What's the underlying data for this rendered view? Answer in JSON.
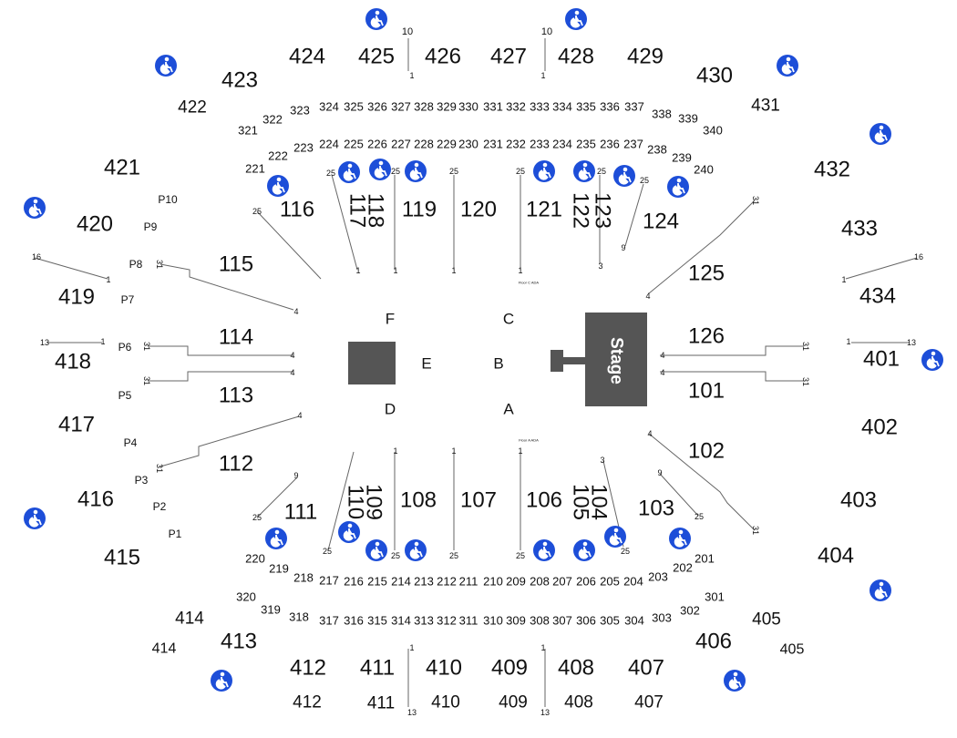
{
  "stage_label": "Stage",
  "floor_ada": {
    "C": "Floor C ADA",
    "A": "Floor A ADA"
  },
  "colors": {
    "ada": "#1d4ed8",
    "stage": "#555555",
    "aisle": "#666666"
  },
  "icons": {
    "accessible": "wheelchair-icon"
  },
  "floor_letters": [
    "F",
    "C",
    "E",
    "B",
    "D",
    "A"
  ],
  "sections_100": [
    "115",
    "114",
    "113",
    "112",
    "111",
    "110",
    "109",
    "108",
    "107",
    "106",
    "105",
    "104",
    "103",
    "102",
    "101",
    "126",
    "125",
    "124",
    "123",
    "122",
    "121",
    "120",
    "119",
    "118",
    "117",
    "116"
  ],
  "sections_200": [
    "201",
    "202",
    "203",
    "204",
    "205",
    "206",
    "207",
    "208",
    "209",
    "210",
    "211",
    "212",
    "213",
    "214",
    "215",
    "216",
    "217",
    "218",
    "219",
    "220",
    "221",
    "222",
    "223",
    "224",
    "225",
    "226",
    "227",
    "228",
    "229",
    "230",
    "231",
    "232",
    "233",
    "234",
    "235",
    "236",
    "237",
    "238",
    "239",
    "240"
  ],
  "sections_300": [
    "301",
    "302",
    "303",
    "304",
    "305",
    "306",
    "307",
    "308",
    "309",
    "310",
    "311",
    "312",
    "313",
    "314",
    "315",
    "316",
    "317",
    "318",
    "319",
    "320",
    "321",
    "322",
    "323",
    "324",
    "325",
    "326",
    "327",
    "328",
    "329",
    "330",
    "331",
    "332",
    "333",
    "334",
    "335",
    "336",
    "337",
    "338",
    "339",
    "340"
  ],
  "sections_400": [
    "401",
    "402",
    "403",
    "404",
    "405",
    "406",
    "407",
    "408",
    "409",
    "410",
    "411",
    "412",
    "413",
    "414",
    "415",
    "416",
    "417",
    "418",
    "419",
    "420",
    "421",
    "422",
    "423",
    "424",
    "425",
    "426",
    "427",
    "428",
    "429",
    "430",
    "431",
    "432",
    "433",
    "434"
  ],
  "lower_400": [
    "405",
    "407",
    "408",
    "409",
    "410",
    "411",
    "412",
    "414"
  ],
  "p_rows": [
    "P1",
    "P2",
    "P3",
    "P4",
    "P5",
    "P6",
    "P7",
    "P8",
    "P9",
    "P10"
  ],
  "row_numbers": [
    "1",
    "3",
    "4",
    "9",
    "10",
    "13",
    "16",
    "25",
    "31"
  ]
}
